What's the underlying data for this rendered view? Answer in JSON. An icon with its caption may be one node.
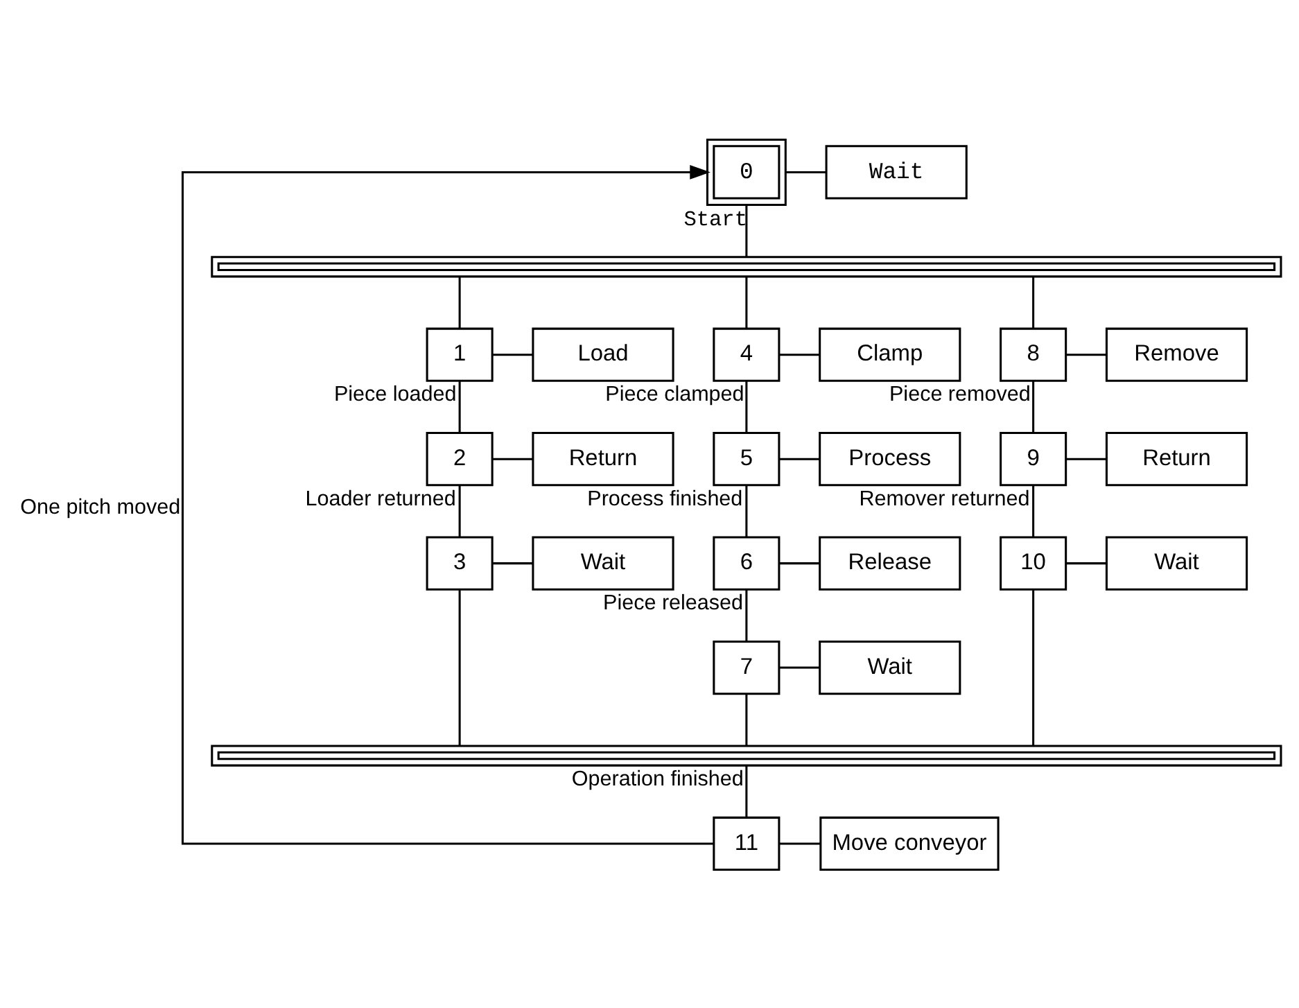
{
  "diagram": {
    "nodes": [
      {
        "text": [
          "0"
        ]
      },
      {
        "text": [
          "Wait"
        ]
      },
      {
        "text": [],
        "shape": "bar"
      },
      {
        "text": [
          "1"
        ]
      },
      {
        "text": [
          "Load"
        ]
      },
      {
        "text": [
          "4"
        ]
      },
      {
        "text": [
          "Clamp"
        ]
      },
      {
        "text": [
          "8"
        ]
      },
      {
        "text": [
          "Remove"
        ]
      },
      {
        "text": [
          "2"
        ]
      },
      {
        "text": [
          "Return"
        ]
      },
      {
        "text": [
          "5"
        ]
      },
      {
        "text": [
          "Process"
        ]
      },
      {
        "text": [
          "9"
        ]
      },
      {
        "text": [
          "Return"
        ]
      },
      {
        "text": [
          "3"
        ]
      },
      {
        "text": [
          "Wait"
        ]
      },
      {
        "text": [
          "6"
        ]
      },
      {
        "text": [
          "Release"
        ]
      },
      {
        "text": [
          "10"
        ]
      },
      {
        "text": [
          "Wait"
        ]
      },
      {
        "text": [
          "7"
        ]
      },
      {
        "text": [
          "Wait"
        ]
      },
      {
        "text": [],
        "shape": "bar"
      },
      {
        "text": [
          "11"
        ]
      },
      {
        "text": [
          "Move conveyor"
        ]
      }
    ],
    "edges": [
      {
        "from": 0,
        "to": 1,
        "arrow": "none"
      },
      {
        "from": 0,
        "to": 2,
        "arrow": "none",
        "label": "Start"
      },
      {
        "from": 2,
        "to": 3,
        "arrow": "none"
      },
      {
        "from": 2,
        "to": 5,
        "arrow": "none"
      },
      {
        "from": 2,
        "to": 7,
        "arrow": "none"
      },
      {
        "from": 3,
        "to": 4,
        "arrow": "none"
      },
      {
        "from": 5,
        "to": 6,
        "arrow": "none"
      },
      {
        "from": 7,
        "to": 8,
        "arrow": "none"
      },
      {
        "from": 3,
        "to": 9,
        "arrow": "none",
        "label": "Piece loaded"
      },
      {
        "from": 5,
        "to": 11,
        "arrow": "none",
        "label": "Piece clamped"
      },
      {
        "from": 7,
        "to": 13,
        "arrow": "none",
        "label": "Piece removed"
      },
      {
        "from": 9,
        "to": 10,
        "arrow": "none"
      },
      {
        "from": 11,
        "to": 12,
        "arrow": "none"
      },
      {
        "from": 13,
        "to": 14,
        "arrow": "none"
      },
      {
        "from": 9,
        "to": 15,
        "arrow": "none",
        "label": "Loader returned"
      },
      {
        "from": 11,
        "to": 17,
        "arrow": "none",
        "label": "Process finished"
      },
      {
        "from": 13,
        "to": 19,
        "arrow": "none",
        "label": "Remover returned"
      },
      {
        "from": 15,
        "to": 16,
        "arrow": "none"
      },
      {
        "from": 17,
        "to": 18,
        "arrow": "none"
      },
      {
        "from": 19,
        "to": 20,
        "arrow": "none"
      },
      {
        "from": 17,
        "to": 21,
        "arrow": "none",
        "label": "Piece released"
      },
      {
        "from": 21,
        "to": 22,
        "arrow": "none"
      },
      {
        "from": 15,
        "to": 23,
        "arrow": "none"
      },
      {
        "from": 21,
        "to": 23,
        "arrow": "none"
      },
      {
        "from": 19,
        "to": 23,
        "arrow": "none"
      },
      {
        "from": 23,
        "to": 24,
        "arrow": "none",
        "label": "Operation finished"
      },
      {
        "from": 24,
        "to": 25,
        "arrow": "none"
      },
      {
        "from": 24,
        "to": 0,
        "arrow": "to",
        "label": "One pitch moved"
      }
    ]
  }
}
